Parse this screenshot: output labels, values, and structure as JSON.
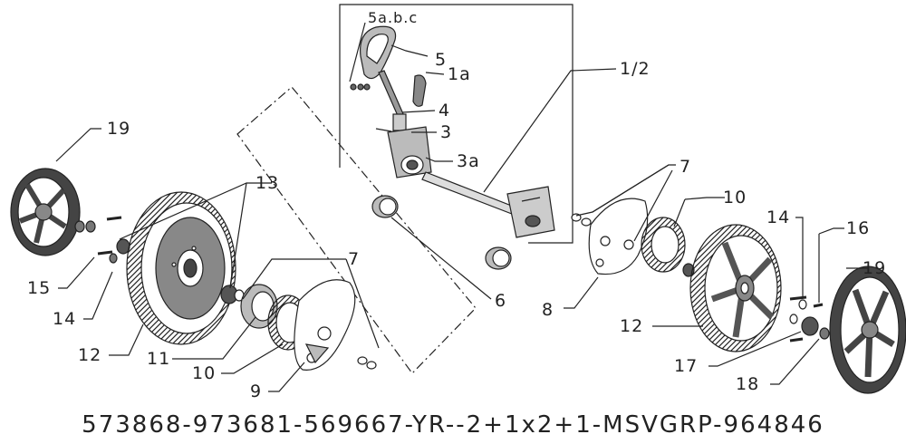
{
  "callouts": {
    "c5abc": "5a.b.c",
    "c5": "5",
    "c1a": "1a",
    "c12slash": "1/2",
    "c4": "4",
    "c3": "3",
    "c3a": "3a",
    "c19left": "19",
    "c13": "13",
    "c7left": "7",
    "c15": "15",
    "c14left": "14",
    "c12left": "12",
    "c11": "11",
    "c10left": "10",
    "c9": "9",
    "c6": "6",
    "c7right": "7",
    "c10right": "10",
    "c8": "8",
    "c14right": "14",
    "c16": "16",
    "c19right": "19",
    "c12right": "12",
    "c17": "17",
    "c18": "18"
  },
  "footer_code": "573868-973681-569667-YR--2+1x2+1-MSVGRP-964846"
}
